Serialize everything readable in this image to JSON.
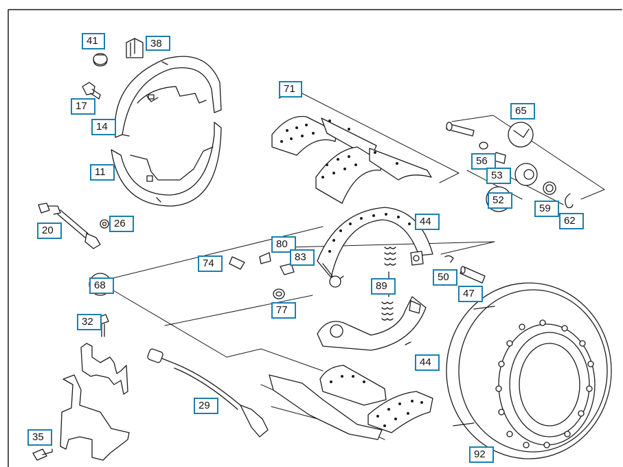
{
  "diagram": {
    "callouts": {
      "41": "41",
      "38": "38",
      "17": "17",
      "14": "14",
      "11": "11",
      "20": "20",
      "26": "26",
      "71": "71",
      "65": "65",
      "56": "56",
      "53": "53",
      "52": "52",
      "59": "59",
      "62": "62",
      "44a": "44",
      "80": "80",
      "83": "83",
      "74": "74",
      "68": "68",
      "50": "50",
      "47": "47",
      "89": "89",
      "77": "77",
      "32": "32",
      "44b": "44",
      "29": "29",
      "35": "35",
      "92": "92"
    },
    "colors": {
      "callout_border": "#1a7fae",
      "line": "#1b1b1b",
      "background": "#ffffff"
    }
  }
}
